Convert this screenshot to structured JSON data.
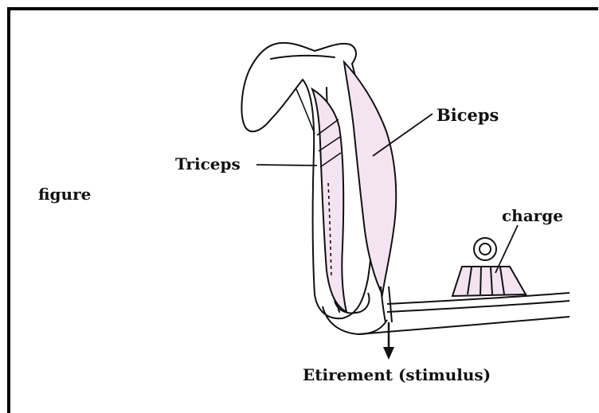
{
  "figure_label": "figure",
  "labels": {
    "triceps": "Triceps",
    "biceps": "Biceps",
    "charge": "charge",
    "stimulus": "Etirement (stimulus)"
  },
  "colors": {
    "ink": "#111111",
    "muscle_fill": "#f4e4f1",
    "frame": "#000000"
  }
}
